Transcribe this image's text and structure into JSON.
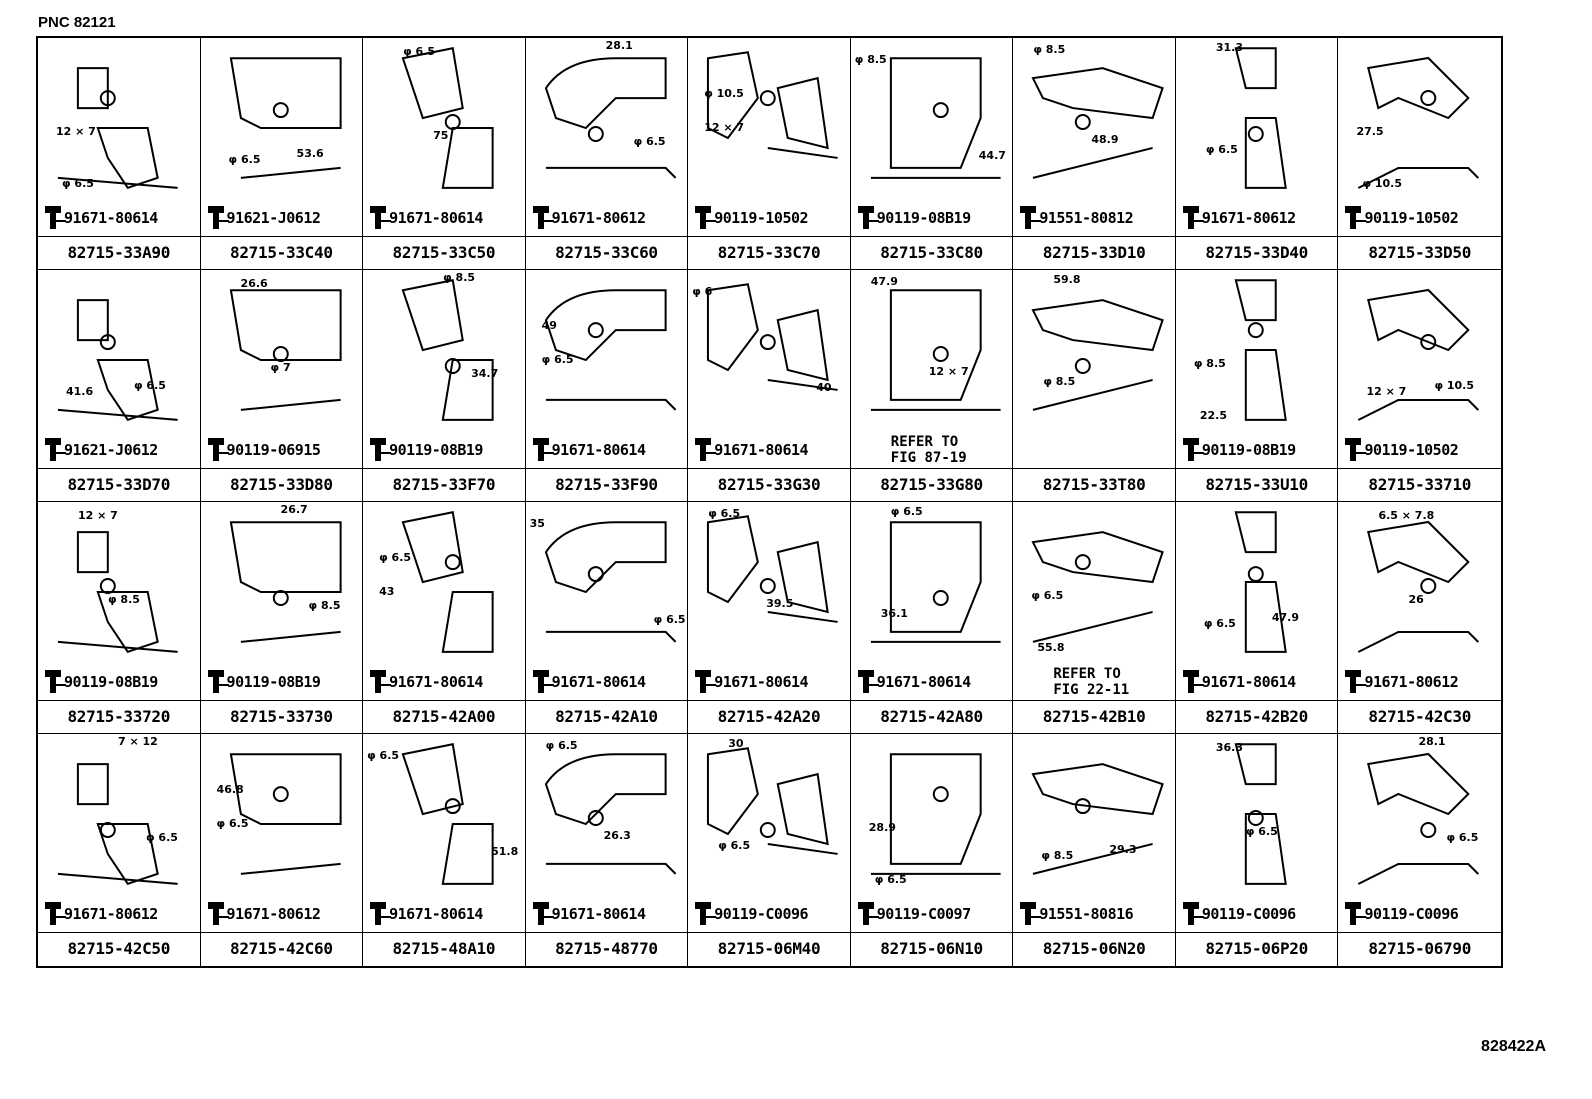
{
  "header": {
    "pnc_label": "PNC 82121"
  },
  "footer": {
    "figure_id": "828422A"
  },
  "cells": [
    {
      "part": "82715-33A90",
      "bolt": "91671-80614",
      "dims": [
        "12 × 7",
        "φ 6.5"
      ]
    },
    {
      "part": "82715-33C40",
      "bolt": "91621-J0612",
      "dims": [
        "φ 6.5",
        "53.6"
      ]
    },
    {
      "part": "82715-33C50",
      "bolt": "91671-80614",
      "dims": [
        "φ 6.5",
        "75"
      ]
    },
    {
      "part": "82715-33C60",
      "bolt": "91671-80612",
      "dims": [
        "28.1",
        "φ 6.5"
      ]
    },
    {
      "part": "82715-33C70",
      "bolt": "90119-10502",
      "dims": [
        "φ 10.5",
        "12 × 7"
      ]
    },
    {
      "part": "82715-33C80",
      "bolt": "90119-08B19",
      "dims": [
        "φ 8.5",
        "44.7"
      ]
    },
    {
      "part": "82715-33D10",
      "bolt": "91551-80812",
      "dims": [
        "φ 8.5",
        "48.9"
      ]
    },
    {
      "part": "82715-33D40",
      "bolt": "91671-80612",
      "dims": [
        "31.3",
        "φ 6.5"
      ]
    },
    {
      "part": "82715-33D50",
      "bolt": "90119-10502",
      "dims": [
        "27.5",
        "φ 10.5"
      ]
    },
    {
      "part": "82715-33D70",
      "bolt": "91621-J0612",
      "dims": [
        "41.6",
        "φ 6.5"
      ]
    },
    {
      "part": "82715-33D80",
      "bolt": "90119-06915",
      "dims": [
        "26.6",
        "φ 7"
      ]
    },
    {
      "part": "82715-33F70",
      "bolt": "90119-08B19",
      "dims": [
        "φ 8.5",
        "34.7"
      ]
    },
    {
      "part": "82715-33F90",
      "bolt": "91671-80614",
      "dims": [
        "49",
        "φ 6.5"
      ]
    },
    {
      "part": "82715-33G30",
      "bolt": "91671-80614",
      "dims": [
        "φ 6",
        "40"
      ]
    },
    {
      "part": "82715-33G80",
      "bolt": "",
      "refer": [
        "REFER TO",
        "FIG 87-19"
      ],
      "dims": [
        "47.9",
        "12 × 7"
      ]
    },
    {
      "part": "82715-33T80",
      "bolt": "",
      "dims": [
        "59.8",
        "φ 8.5"
      ]
    },
    {
      "part": "82715-33U10",
      "bolt": "90119-08B19",
      "dims": [
        "φ 8.5",
        "22.5"
      ]
    },
    {
      "part": "82715-33710",
      "bolt": "90119-10502",
      "dims": [
        "12 × 7",
        "φ 10.5"
      ]
    },
    {
      "part": "82715-33720",
      "bolt": "90119-08B19",
      "dims": [
        "12 × 7",
        "φ 8.5"
      ]
    },
    {
      "part": "82715-33730",
      "bolt": "90119-08B19",
      "dims": [
        "26.7",
        "φ 8.5"
      ]
    },
    {
      "part": "82715-42A00",
      "bolt": "91671-80614",
      "dims": [
        "φ 6.5",
        "43"
      ]
    },
    {
      "part": "82715-42A10",
      "bolt": "91671-80614",
      "dims": [
        "35",
        "φ 6.5"
      ]
    },
    {
      "part": "82715-42A20",
      "bolt": "91671-80614",
      "dims": [
        "φ 6.5",
        "39.5"
      ]
    },
    {
      "part": "82715-42A80",
      "bolt": "91671-80614",
      "dims": [
        "φ 6.5",
        "36.1"
      ]
    },
    {
      "part": "82715-42B10",
      "bolt": "",
      "refer": [
        "REFER TO",
        "FIG 22-11"
      ],
      "dims": [
        "φ 6.5",
        "55.8"
      ]
    },
    {
      "part": "82715-42B20",
      "bolt": "91671-80614",
      "dims": [
        "φ 6.5",
        "47.9"
      ]
    },
    {
      "part": "82715-42C30",
      "bolt": "91671-80612",
      "dims": [
        "6.5 × 7.8",
        "26"
      ]
    },
    {
      "part": "82715-42C50",
      "bolt": "91671-80612",
      "dims": [
        "7 × 12",
        "φ 6.5"
      ]
    },
    {
      "part": "82715-42C60",
      "bolt": "91671-80612",
      "dims": [
        "46.8",
        "φ 6.5"
      ]
    },
    {
      "part": "82715-48A10",
      "bolt": "91671-80614",
      "dims": [
        "φ 6.5",
        "51.8"
      ]
    },
    {
      "part": "82715-48770",
      "bolt": "91671-80614",
      "dims": [
        "φ 6.5",
        "26.3"
      ]
    },
    {
      "part": "82715-06M40",
      "bolt": "90119-C0096",
      "dims": [
        "30",
        "φ 6.5"
      ]
    },
    {
      "part": "82715-06N10",
      "bolt": "90119-C0097",
      "dims": [
        "28.9",
        "φ 6.5"
      ]
    },
    {
      "part": "82715-06N20",
      "bolt": "91551-80816",
      "dims": [
        "φ 8.5",
        "29.3"
      ]
    },
    {
      "part": "82715-06P20",
      "bolt": "90119-C0096",
      "dims": [
        "36.3",
        "φ 6.5"
      ]
    },
    {
      "part": "82715-06790",
      "bolt": "90119-C0096",
      "dims": [
        "28.1",
        "φ 6.5"
      ]
    }
  ]
}
